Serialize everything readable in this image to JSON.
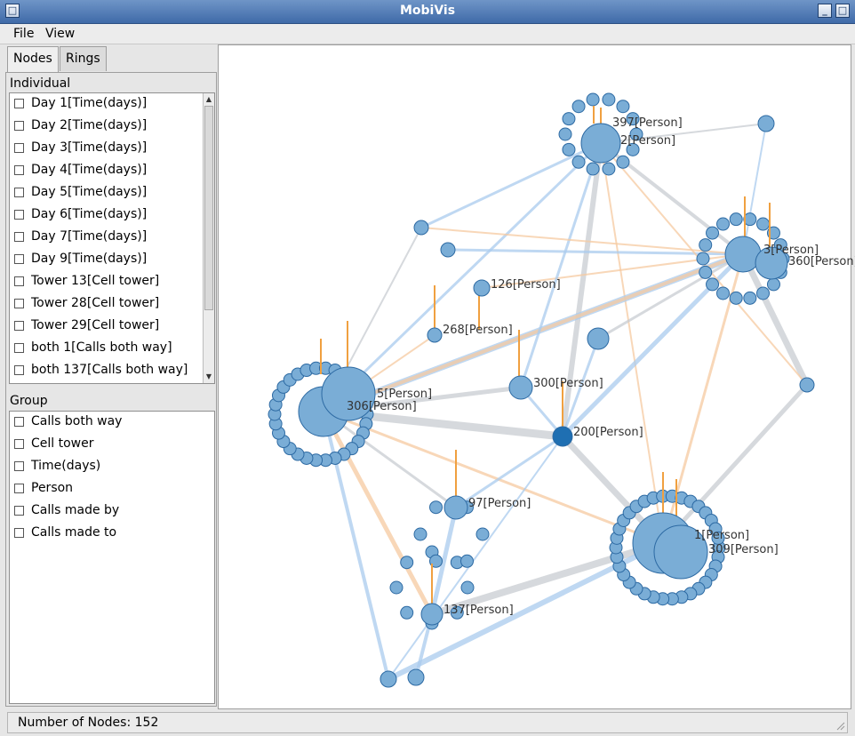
{
  "window": {
    "title": "MobiVis"
  },
  "menu": {
    "file": "File",
    "view": "View"
  },
  "tabs": [
    {
      "label": "Nodes"
    },
    {
      "label": "Rings"
    }
  ],
  "individual": {
    "label": "Individual",
    "items": [
      "Day 1[Time(days)]",
      "Day 2[Time(days)]",
      "Day 3[Time(days)]",
      "Day 4[Time(days)]",
      "Day 5[Time(days)]",
      "Day 6[Time(days)]",
      "Day 7[Time(days)]",
      "Day 9[Time(days)]",
      "Tower 13[Cell tower]",
      "Tower 28[Cell tower]",
      "Tower 29[Cell tower]",
      "both 1[Calls both way]",
      "both 137[Calls both way]"
    ]
  },
  "group": {
    "label": "Group",
    "items": [
      "Calls both way",
      "Cell tower",
      "Time(days)",
      "Person",
      "Calls made by",
      "Calls made to"
    ]
  },
  "graph": {
    "colors": {
      "node": "#7aadd6",
      "node_stroke": "#2d6aa3",
      "selected": "#1f6fb2",
      "edge_blue": "#a9cbee",
      "edge_orange": "#f5c9a0",
      "edge_grey": "#c8ccd2",
      "spike": "#f0a040"
    },
    "labels": [
      "397[Person]",
      "2[Person]",
      "3[Person]",
      "360[Person]",
      "126[Person]",
      "268[Person]",
      "300[Person]",
      "5[Person]",
      "306[Person]",
      "200[Person]",
      "97[Person]",
      "1[Person]",
      "309[Person]",
      "137[Person]"
    ]
  },
  "status": {
    "text": "Number of Nodes: 152"
  }
}
